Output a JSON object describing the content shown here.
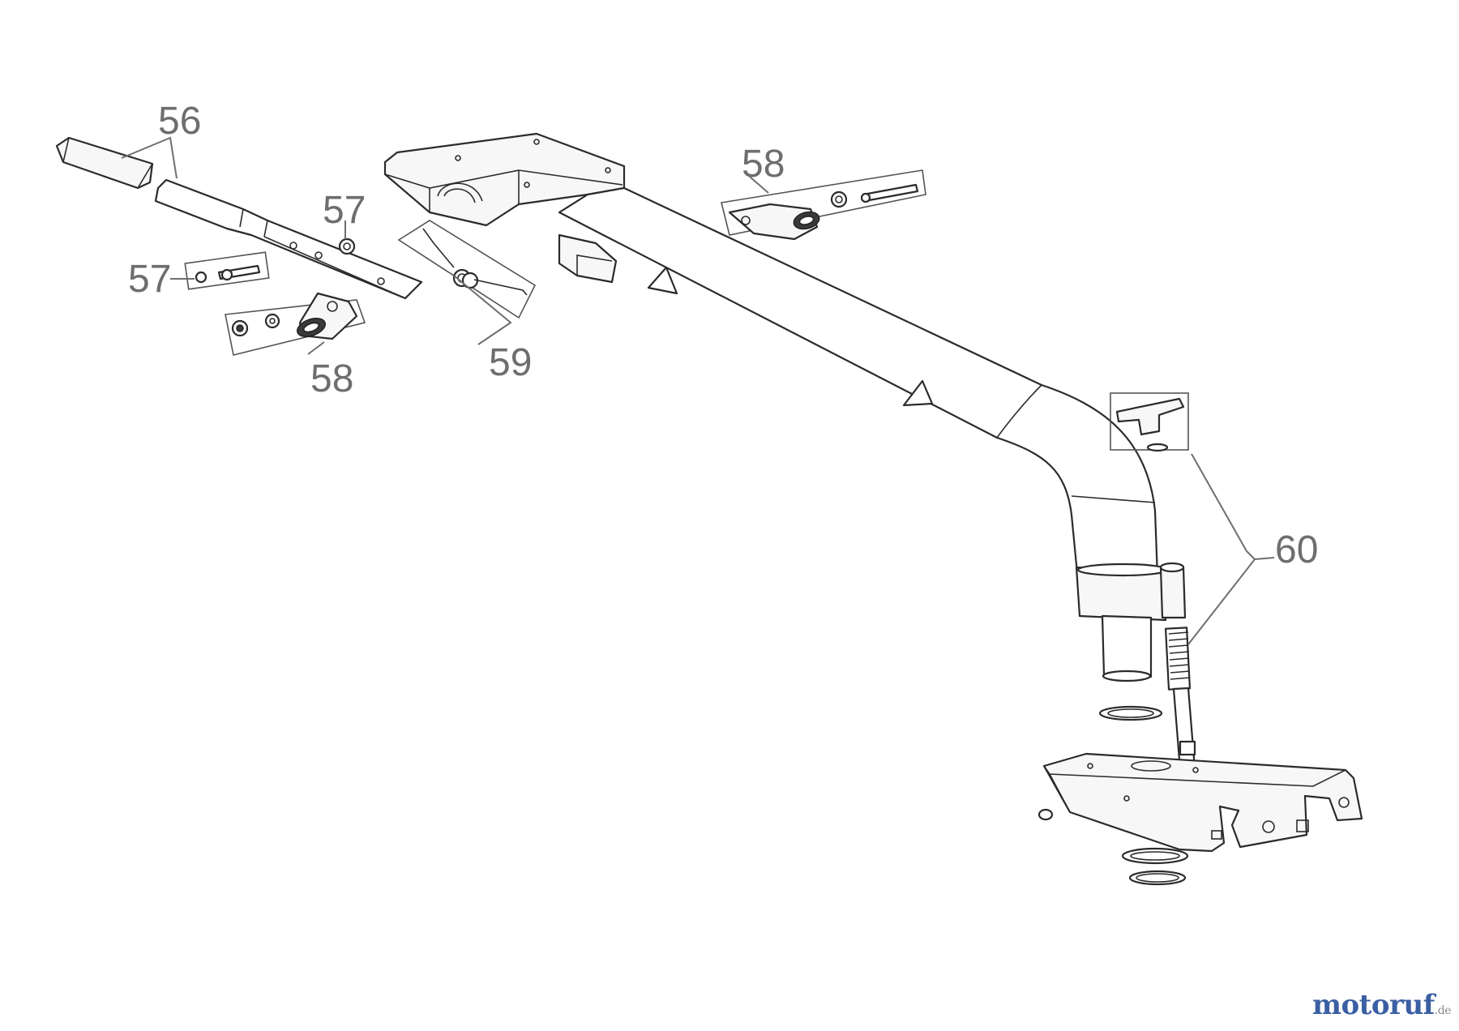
{
  "diagram": {
    "callouts": {
      "c56": "56",
      "c57a": "57",
      "c57b": "57",
      "c58a": "58",
      "c58b": "58",
      "c59": "59",
      "c60": "60"
    },
    "watermark": {
      "brand": "motoruf",
      "suffix": ".de"
    },
    "colors": {
      "line": "#2b2b2b",
      "callout": "#6e6e6e",
      "watermark": "#3b5fa3"
    }
  }
}
